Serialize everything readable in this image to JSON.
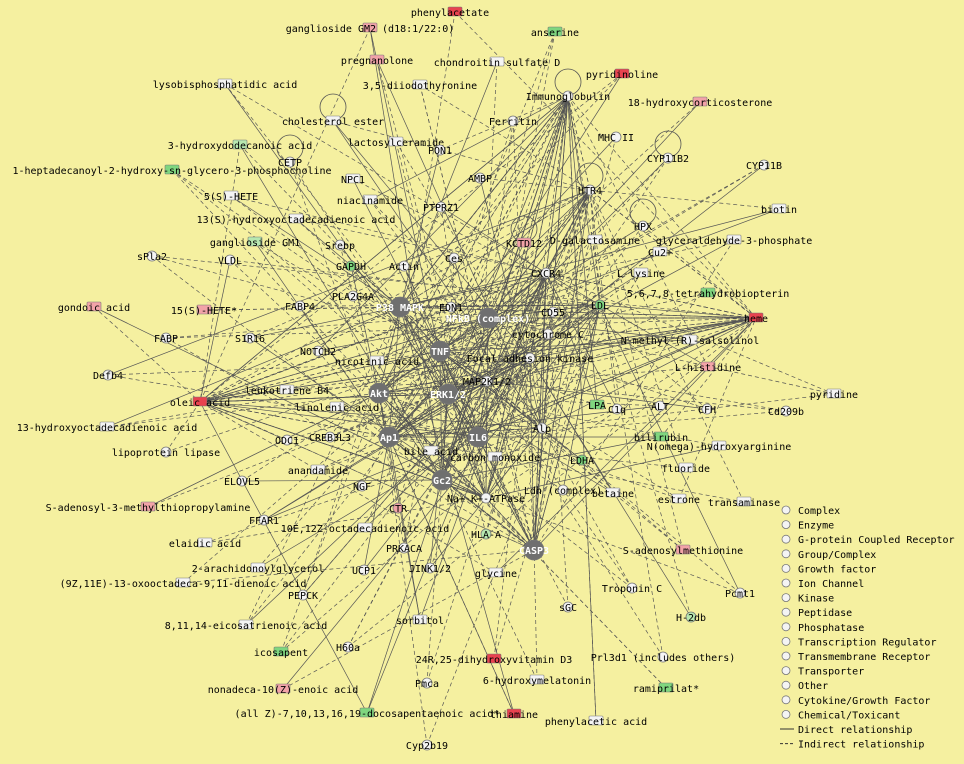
{
  "colors": {
    "background": "#f5f0a0",
    "edge": "#555555",
    "white": "#f4f4f4",
    "red": "#e8434f",
    "pink": "#f2a3a8",
    "green": "#7fd67f",
    "lightgreen": "#b7e8b0",
    "hub": "#6f6f6f"
  },
  "nodes": [
    {
      "id": "n1",
      "label": "phenylacetate",
      "color": "red",
      "shape": "rect"
    },
    {
      "id": "n2",
      "label": "ganglioside GM2 (d18:1/22:0)",
      "color": "pink",
      "shape": "rect"
    },
    {
      "id": "n3",
      "label": "anserine",
      "color": "green",
      "shape": "rect"
    },
    {
      "id": "n4",
      "label": "pregnanolone",
      "color": "pink",
      "shape": "rect"
    },
    {
      "id": "n5",
      "label": "chondroitin sulfate D",
      "color": "white",
      "shape": "rect"
    },
    {
      "id": "n6",
      "label": "lysobisphosphatidic acid",
      "color": "white",
      "shape": "rect"
    },
    {
      "id": "n7",
      "label": "3,5-diiodothyronine",
      "color": "white",
      "shape": "rect"
    },
    {
      "id": "n8",
      "label": "pyridinoline",
      "color": "red",
      "shape": "rect"
    },
    {
      "id": "n9",
      "label": "Immunoglobulin",
      "color": "white",
      "shape": "circle"
    },
    {
      "id": "n10",
      "label": "18-hydroxycorticosterone",
      "color": "pink",
      "shape": "rect"
    },
    {
      "id": "n11",
      "label": "cholesterol ester",
      "color": "white",
      "shape": "rect"
    },
    {
      "id": "n12",
      "label": "Ferritin",
      "color": "white",
      "shape": "circle"
    },
    {
      "id": "n13",
      "label": "3-hydroxydodecanoic acid",
      "color": "lightgreen",
      "shape": "rect"
    },
    {
      "id": "n14",
      "label": "lactosylceramide",
      "color": "white",
      "shape": "rect"
    },
    {
      "id": "n15",
      "label": "MHC II",
      "color": "white",
      "shape": "circle"
    },
    {
      "id": "n16",
      "label": "PON1",
      "color": "white",
      "shape": "circle"
    },
    {
      "id": "n17",
      "label": "CYP11B2",
      "color": "white",
      "shape": "circle"
    },
    {
      "id": "n18",
      "label": "CYP11B",
      "color": "white",
      "shape": "circle"
    },
    {
      "id": "n19",
      "label": "CETP",
      "color": "white",
      "shape": "circle"
    },
    {
      "id": "n20",
      "label": "1-heptadecanoyl-2-hydroxy-sn-glycero-3-phosphocholine",
      "color": "green",
      "shape": "rect"
    },
    {
      "id": "n21",
      "label": "NPC1",
      "color": "white",
      "shape": "rect"
    },
    {
      "id": "n22",
      "label": "AMBP",
      "color": "white",
      "shape": "circle"
    },
    {
      "id": "n23",
      "label": "HTR4",
      "color": "white",
      "shape": "circle"
    },
    {
      "id": "n24",
      "label": "5(S)-HETE",
      "color": "white",
      "shape": "rect"
    },
    {
      "id": "n25",
      "label": "niacinamide",
      "color": "white",
      "shape": "rect"
    },
    {
      "id": "n26",
      "label": "PTPRZ1",
      "color": "white",
      "shape": "circle"
    },
    {
      "id": "n27",
      "label": "biotin",
      "color": "white",
      "shape": "rect"
    },
    {
      "id": "n28",
      "label": "13(S)-hydroxyoctadecadienoic acid",
      "color": "white",
      "shape": "rect"
    },
    {
      "id": "n29",
      "label": "HPX",
      "color": "white",
      "shape": "circle"
    },
    {
      "id": "n30",
      "label": "ganglioside GM1",
      "color": "lightgreen",
      "shape": "rect"
    },
    {
      "id": "n31",
      "label": "KCTD12",
      "color": "pink",
      "shape": "rect"
    },
    {
      "id": "n32",
      "label": "D-galactosamine",
      "color": "white",
      "shape": "rect"
    },
    {
      "id": "n33",
      "label": "Srebp",
      "color": "white",
      "shape": "circle"
    },
    {
      "id": "n34",
      "label": "glyceraldehyde-3-phosphate",
      "color": "white",
      "shape": "rect"
    },
    {
      "id": "n35",
      "label": "Cu2+",
      "color": "white",
      "shape": "rect"
    },
    {
      "id": "n36",
      "label": "sPla2",
      "color": "white",
      "shape": "circle"
    },
    {
      "id": "n37",
      "label": "VLDL",
      "color": "white",
      "shape": "circle"
    },
    {
      "id": "n38",
      "label": "GAPDH",
      "color": "green",
      "shape": "circle"
    },
    {
      "id": "n39",
      "label": "Actin",
      "color": "white",
      "shape": "circle"
    },
    {
      "id": "n40",
      "label": "Ces",
      "color": "white",
      "shape": "circle"
    },
    {
      "id": "n41",
      "label": "CXCR4",
      "color": "white",
      "shape": "circle"
    },
    {
      "id": "n42",
      "label": "L-lysine",
      "color": "white",
      "shape": "rect"
    },
    {
      "id": "n43",
      "label": "5,6,7,8-tetrahydrobiopterin",
      "color": "green",
      "shape": "rect"
    },
    {
      "id": "n44",
      "label": "gondoic acid",
      "color": "pink",
      "shape": "rect"
    },
    {
      "id": "n45",
      "label": "15(S)-HETE*",
      "color": "pink",
      "shape": "rect"
    },
    {
      "id": "n46",
      "label": "FABP4",
      "color": "white",
      "shape": "circle"
    },
    {
      "id": "n47",
      "label": "PLA2G4A",
      "color": "white",
      "shape": "circle"
    },
    {
      "id": "n48",
      "label": "P38 MAPK",
      "color": "hub",
      "shape": "circle"
    },
    {
      "id": "n49",
      "label": "EDN1",
      "color": "white",
      "shape": "circle"
    },
    {
      "id": "n50",
      "label": "NFkB (complex)",
      "color": "hub",
      "shape": "circle"
    },
    {
      "id": "n51",
      "label": "CD55",
      "color": "white",
      "shape": "circle"
    },
    {
      "id": "n52",
      "label": "LDL",
      "color": "green",
      "shape": "circle"
    },
    {
      "id": "n53",
      "label": "heme",
      "color": "red",
      "shape": "rect"
    },
    {
      "id": "n54",
      "label": "FABP",
      "color": "white",
      "shape": "circle"
    },
    {
      "id": "n55",
      "label": "S1R16",
      "color": "white",
      "shape": "circle"
    },
    {
      "id": "n56",
      "label": "NOTCH2",
      "color": "white",
      "shape": "circle"
    },
    {
      "id": "n57",
      "label": "TNF",
      "color": "hub",
      "shape": "circle"
    },
    {
      "id": "n58",
      "label": "cytochrome C",
      "color": "white",
      "shape": "circle"
    },
    {
      "id": "n59",
      "label": "N-methyl-(R)-salsolinol",
      "color": "white",
      "shape": "rect"
    },
    {
      "id": "n60",
      "label": "nicotinic acid",
      "color": "white",
      "shape": "rect"
    },
    {
      "id": "n61",
      "label": "Focal adhesion kinase",
      "color": "white",
      "shape": "circle"
    },
    {
      "id": "n62",
      "label": "L-histidine",
      "color": "pink",
      "shape": "rect"
    },
    {
      "id": "n63",
      "label": "Defb4",
      "color": "white",
      "shape": "circle"
    },
    {
      "id": "n64",
      "label": "leukotriene B4",
      "color": "white",
      "shape": "rect"
    },
    {
      "id": "n65",
      "label": "MAP2K1/2",
      "color": "white",
      "shape": "circle"
    },
    {
      "id": "n66",
      "label": "Akt",
      "color": "hub",
      "shape": "circle"
    },
    {
      "id": "n67",
      "label": "ERK1/2",
      "color": "hub",
      "shape": "circle"
    },
    {
      "id": "n68",
      "label": "pyridine",
      "color": "white",
      "shape": "rect"
    },
    {
      "id": "n69",
      "label": "oleic acid",
      "color": "red",
      "shape": "rect"
    },
    {
      "id": "n70",
      "label": "LPA",
      "color": "green",
      "shape": "rect"
    },
    {
      "id": "n71",
      "label": "C1q",
      "color": "white",
      "shape": "circle"
    },
    {
      "id": "n72",
      "label": "ALT",
      "color": "white",
      "shape": "circle"
    },
    {
      "id": "n73",
      "label": "CFH",
      "color": "white",
      "shape": "circle"
    },
    {
      "id": "n74",
      "label": "Cd209b",
      "color": "white",
      "shape": "circle"
    },
    {
      "id": "n75",
      "label": "13-hydroxyoctadecadienoic acid",
      "color": "white",
      "shape": "rect"
    },
    {
      "id": "n76",
      "label": "linolenic acid",
      "color": "white",
      "shape": "rect"
    },
    {
      "id": "n77",
      "label": "Alp",
      "color": "white",
      "shape": "circle"
    },
    {
      "id": "n78",
      "label": "Ap1",
      "color": "hub",
      "shape": "circle"
    },
    {
      "id": "n79",
      "label": "IL6",
      "color": "hub",
      "shape": "circle"
    },
    {
      "id": "n80",
      "label": "CREB3L3",
      "color": "white",
      "shape": "circle"
    },
    {
      "id": "n81",
      "label": "bilirubin",
      "color": "green",
      "shape": "rect"
    },
    {
      "id": "n82",
      "label": "ODC1",
      "color": "white",
      "shape": "circle"
    },
    {
      "id": "n83",
      "label": "bile acid",
      "color": "white",
      "shape": "rect"
    },
    {
      "id": "n84",
      "label": "carbon monoxide",
      "color": "white",
      "shape": "rect"
    },
    {
      "id": "n85",
      "label": "LDHA",
      "color": "green",
      "shape": "circle"
    },
    {
      "id": "n86",
      "label": "N(omega)-hydroxyarginine",
      "color": "white",
      "shape": "rect"
    },
    {
      "id": "n87",
      "label": "lipoprotein lipase",
      "color": "white",
      "shape": "circle"
    },
    {
      "id": "n88",
      "label": "fluoride",
      "color": "white",
      "shape": "rect"
    },
    {
      "id": "n89",
      "label": "anandamide",
      "color": "white",
      "shape": "rect"
    },
    {
      "id": "n90",
      "label": "ELOVL5",
      "color": "white",
      "shape": "circle"
    },
    {
      "id": "n91",
      "label": "NGF",
      "color": "white",
      "shape": "circle"
    },
    {
      "id": "n92",
      "label": "Gc2",
      "color": "hub",
      "shape": "circle"
    },
    {
      "id": "n93",
      "label": "Ldh (complex)",
      "color": "white",
      "shape": "circle"
    },
    {
      "id": "n94",
      "label": "estrone",
      "color": "white",
      "shape": "rect"
    },
    {
      "id": "n95",
      "label": "Na+-K+-ATPase",
      "color": "white",
      "shape": "circle"
    },
    {
      "id": "n96",
      "label": "betaine",
      "color": "white",
      "shape": "rect"
    },
    {
      "id": "n97",
      "label": "transaminase",
      "color": "white",
      "shape": "rect"
    },
    {
      "id": "n98",
      "label": "S-adenosyl-3-methylthiopropylamine",
      "color": "pink",
      "shape": "rect"
    },
    {
      "id": "n99",
      "label": "CTR",
      "color": "pink",
      "shape": "circle"
    },
    {
      "id": "n100",
      "label": "FFAR1",
      "color": "white",
      "shape": "circle"
    },
    {
      "id": "n101",
      "label": "10E,12Z-octadecadienoic acid",
      "color": "white",
      "shape": "rect"
    },
    {
      "id": "n102",
      "label": "HLA-A",
      "color": "lightgreen",
      "shape": "circle"
    },
    {
      "id": "n103",
      "label": "elaidic acid",
      "color": "white",
      "shape": "rect"
    },
    {
      "id": "n104",
      "label": "PRKACA",
      "color": "white",
      "shape": "circle"
    },
    {
      "id": "n105",
      "label": "CASP3",
      "color": "hub",
      "shape": "circle"
    },
    {
      "id": "n106",
      "label": "S-adenosylmethionine",
      "color": "pink",
      "shape": "rect"
    },
    {
      "id": "n107",
      "label": "2-arachidonoylglycerol",
      "color": "white",
      "shape": "rect"
    },
    {
      "id": "n108",
      "label": "UCP1",
      "color": "white",
      "shape": "circle"
    },
    {
      "id": "n109",
      "label": "JINK1/2",
      "color": "white",
      "shape": "circle"
    },
    {
      "id": "n110",
      "label": "glycine",
      "color": "white",
      "shape": "rect"
    },
    {
      "id": "n111",
      "label": "(9Z,11E)-13-oxooctadeca-9,11-dienoic acid",
      "color": "white",
      "shape": "rect"
    },
    {
      "id": "n112",
      "label": "PEPCK",
      "color": "white",
      "shape": "circle"
    },
    {
      "id": "n113",
      "label": "Troponin C",
      "color": "white",
      "shape": "circle"
    },
    {
      "id": "n114",
      "label": "sGC",
      "color": "white",
      "shape": "circle"
    },
    {
      "id": "n115",
      "label": "Pcmt1",
      "color": "white",
      "shape": "circle"
    },
    {
      "id": "n116",
      "label": "8,11,14-eicosatrienoic acid",
      "color": "white",
      "shape": "rect"
    },
    {
      "id": "n117",
      "label": "H-2db",
      "color": "lightgreen",
      "shape": "circle"
    },
    {
      "id": "n118",
      "label": "sorbitol",
      "color": "white",
      "shape": "rect"
    },
    {
      "id": "n119",
      "label": "icosapent",
      "color": "green",
      "shape": "rect"
    },
    {
      "id": "n120",
      "label": "H60a",
      "color": "white",
      "shape": "circle"
    },
    {
      "id": "n121",
      "label": "24R,25-dihydroxyvitamin D3",
      "color": "red",
      "shape": "rect"
    },
    {
      "id": "n122",
      "label": "Prl3d1 (includes others)",
      "color": "white",
      "shape": "circle"
    },
    {
      "id": "n123",
      "label": "6-hydroxymelatonin",
      "color": "white",
      "shape": "rect"
    },
    {
      "id": "n124",
      "label": "nonadeca-10(Z)-enoic acid",
      "color": "pink",
      "shape": "rect"
    },
    {
      "id": "n125",
      "label": "ramiprilat*",
      "color": "green",
      "shape": "rect"
    },
    {
      "id": "n126",
      "label": "Pmca",
      "color": "white",
      "shape": "circle"
    },
    {
      "id": "n127",
      "label": "(all Z)-7,10,13,16,19-docosapentaenoic acid*",
      "color": "green",
      "shape": "rect"
    },
    {
      "id": "n128",
      "label": "thiamine",
      "color": "red",
      "shape": "rect"
    },
    {
      "id": "n129",
      "label": "phenylacetic acid",
      "color": "white",
      "shape": "rect"
    },
    {
      "id": "n130",
      "label": "Cyp2b19",
      "color": "white",
      "shape": "circle"
    }
  ],
  "legend": {
    "items": [
      {
        "icon": "complex-icon",
        "label": "Complex"
      },
      {
        "icon": "enzyme-icon",
        "label": "Enzyme"
      },
      {
        "icon": "gpcr-icon",
        "label": "G-protein Coupled Receptor"
      },
      {
        "icon": "group-complex-icon",
        "label": "Group/Complex"
      },
      {
        "icon": "growth-factor-icon",
        "label": "Growth factor"
      },
      {
        "icon": "ion-channel-icon",
        "label": "Ion Channel"
      },
      {
        "icon": "kinase-icon",
        "label": "Kinase"
      },
      {
        "icon": "peptidase-icon",
        "label": "Peptidase"
      },
      {
        "icon": "phosphatase-icon",
        "label": "Phosphatase"
      },
      {
        "icon": "transcription-regulator-icon",
        "label": "Transcription Regulator"
      },
      {
        "icon": "transmembrane-receptor-icon",
        "label": "Transmembrane Receptor"
      },
      {
        "icon": "transporter-icon",
        "label": "Transporter"
      },
      {
        "icon": "other-icon",
        "label": "Other"
      },
      {
        "icon": "cytokine-icon",
        "label": "Cytokine/Growth Factor"
      },
      {
        "icon": "chemical-icon",
        "label": "Chemical/Toxicant"
      }
    ],
    "direct": "Direct relationship",
    "indirect": "Indirect relationship"
  }
}
